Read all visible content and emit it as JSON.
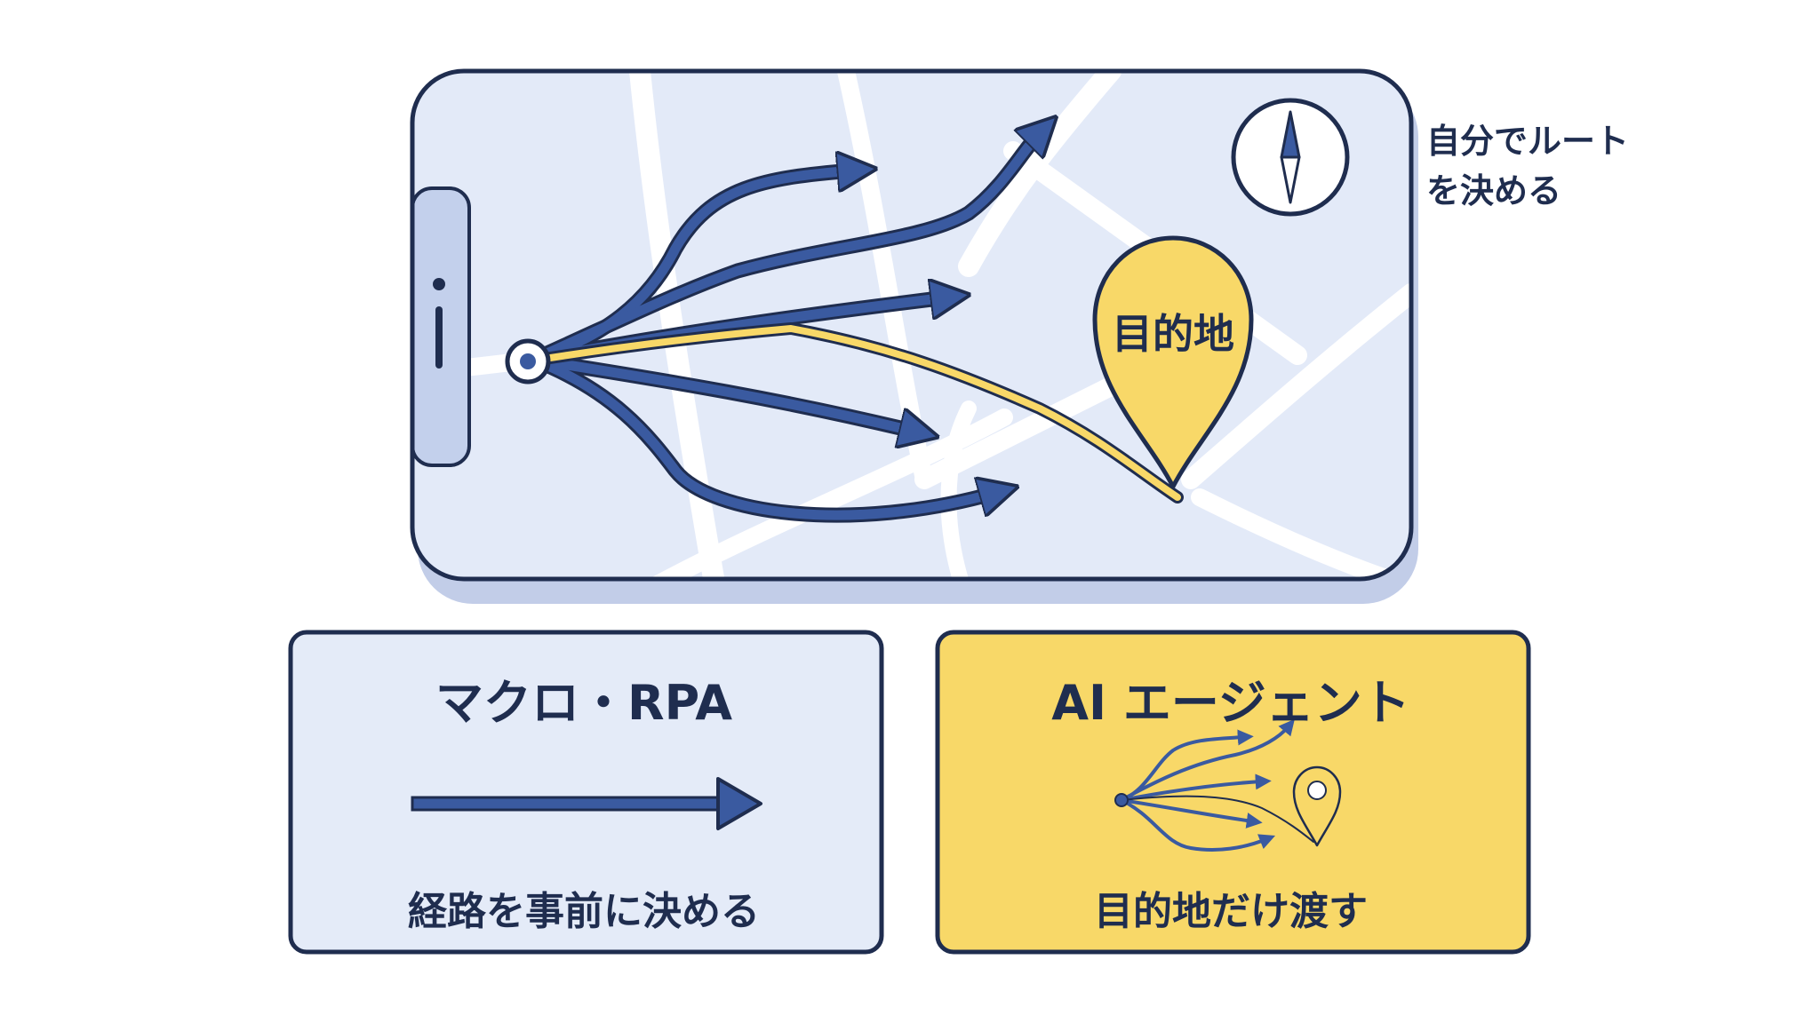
{
  "map": {
    "destination_label": "目的地"
  },
  "side_note": {
    "line1": "自分でルート",
    "line2": "を決める"
  },
  "cards": {
    "macro": {
      "title": "マクロ・RPA",
      "subtitle": "経路を事前に決める"
    },
    "agent": {
      "title": "AI エージェント",
      "subtitle": "目的地だけ渡す"
    }
  },
  "colors": {
    "navy": "#1f2d4f",
    "route_blue": "#3a5aa0",
    "map_bg": "#e3eaf8",
    "highlight_yellow": "#f8d868",
    "card_blue": "#e4ebf8",
    "card_yellow": "#f8d868"
  },
  "icons": [
    "compass-icon",
    "location-pin-icon",
    "start-point-icon",
    "arrow-right-icon"
  ]
}
